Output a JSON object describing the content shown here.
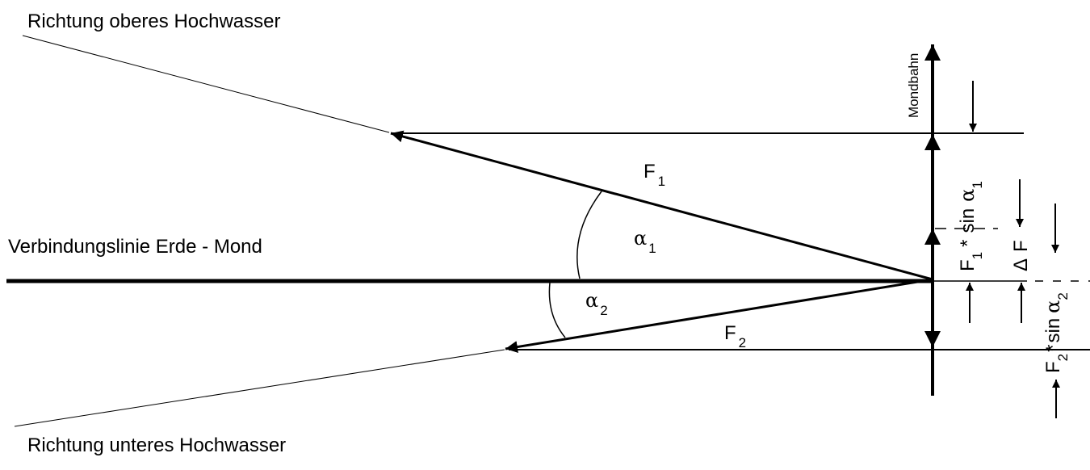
{
  "labels": {
    "upper_direction": "Richtung oberes Hochwasser",
    "lower_direction": "Richtung unteres Hochwasser",
    "earth_moon_line": "Verbindungslinie Erde - Mond",
    "moon_orbit": "Mondbahn"
  },
  "symbols": {
    "alpha": "α",
    "force": "F",
    "delta": "Δ",
    "sin": "sin",
    "times": "*",
    "index_1": "1",
    "index_2": "2"
  }
}
